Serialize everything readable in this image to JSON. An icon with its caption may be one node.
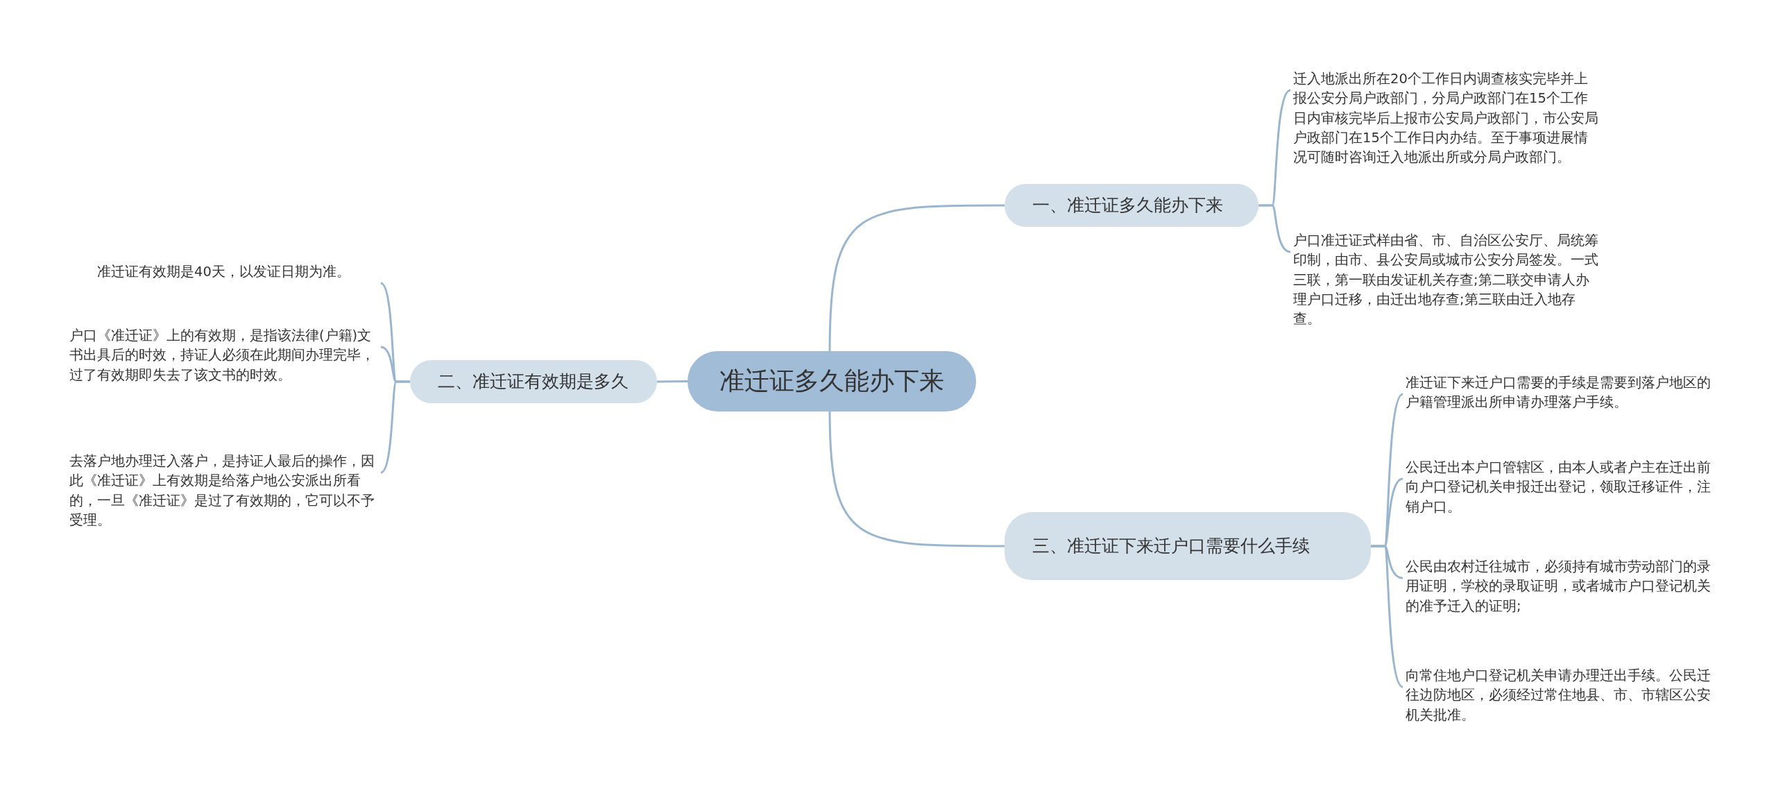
{
  "diagram": {
    "nodes": [
      {
        "text": [
          "准迁证多久能办下来"
        ]
      },
      {
        "text": [
          "一、准迁证多久能办下来"
        ]
      },
      {
        "text": [
          "迁入地派出所在20个工作日内调查核实完毕并上报公安分局户政部门，分局户政部门在15个工作日内审核完毕后上报市公安局户政部门，市公安局户政部门在15个工作日内办结。至于事项进展情况可随时咨询迁入地派出所或分局户政部门。"
        ]
      },
      {
        "text": [
          "户口准迁证式样由省、市、自治区公安厅、局统筹印制，由市、县公安局或城市公安分局签发。一式三联，第一联由发证机关存查;第二联交申请人办理户口迁移，由迁出地存查;第三联由迁入地存查。"
        ]
      },
      {
        "text": [
          "二、准迁证有效期是多久"
        ]
      },
      {
        "text": [
          "准迁证有效期是40天，以发证日期为准。"
        ]
      },
      {
        "text": [
          "户口《准迁证》上的有效期，是指该法律(户籍)文书出具后的时效，持证人必须在此期间办理完毕，过了有效期即失去了该文书的时效。"
        ]
      },
      {
        "text": [
          "去落户地办理迁入落户，是持证人最后的操作，因此《准迁证》上有效期是给落户地公安派出所看的，一旦《准迁证》是过了有效期的，它可以不予受理。"
        ]
      },
      {
        "text": [
          "三、准迁证下来迁户口需要什么手续"
        ]
      },
      {
        "text": [
          "准迁证下来迁户口需要的手续是需要到落户地区的户籍管理派出所申请办理落户手续。"
        ]
      },
      {
        "text": [
          "公民迁出本户口管辖区，由本人或者户主在迁出前向户口登记机关申报迁出登记，领取迁移证件，注销户口。"
        ]
      },
      {
        "text": [
          "公民由农村迁往城市，必须持有城市劳动部门的录用证明，学校的录取证明，或者城市户口登记机关的准予迁入的证明;"
        ]
      },
      {
        "text": [
          "向常住地户口登记机关申请办理迁出手续。公民迁往边防地区，必须经过常住地县、市、市辖区公安机关批准。"
        ]
      }
    ],
    "edges": [
      {
        "from": 0,
        "to": 1,
        "arrow": "none"
      },
      {
        "from": 1,
        "to": 2,
        "arrow": "none"
      },
      {
        "from": 1,
        "to": 3,
        "arrow": "none"
      },
      {
        "from": 0,
        "to": 4,
        "arrow": "none"
      },
      {
        "from": 4,
        "to": 5,
        "arrow": "none"
      },
      {
        "from": 4,
        "to": 6,
        "arrow": "none"
      },
      {
        "from": 4,
        "to": 7,
        "arrow": "none"
      },
      {
        "from": 0,
        "to": 8,
        "arrow": "none"
      },
      {
        "from": 8,
        "to": 9,
        "arrow": "none"
      },
      {
        "from": 8,
        "to": 10,
        "arrow": "none"
      },
      {
        "from": 8,
        "to": 11,
        "arrow": "none"
      },
      {
        "from": 8,
        "to": 12,
        "arrow": "none"
      }
    ]
  }
}
